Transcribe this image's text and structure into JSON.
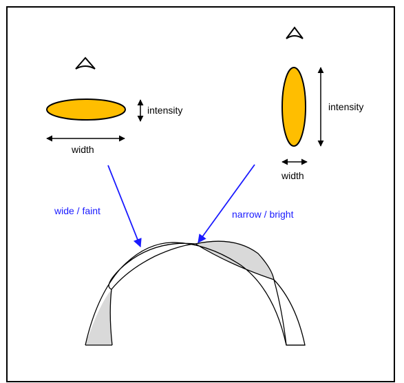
{
  "left_source": {
    "intensity_label": "intensity",
    "width_label": "width",
    "fill_color": "#ffbe00",
    "observer_icon": "eye-icon"
  },
  "right_source": {
    "intensity_label": "intensity",
    "width_label": "width",
    "fill_color": "#ffbe00",
    "observer_icon": "eye-icon"
  },
  "arrows": {
    "left_label": "wide / faint",
    "right_label": "narrow / bright",
    "color": "#1a1aff"
  },
  "profiles": {
    "overlap_fill": "#d9d9d9"
  }
}
